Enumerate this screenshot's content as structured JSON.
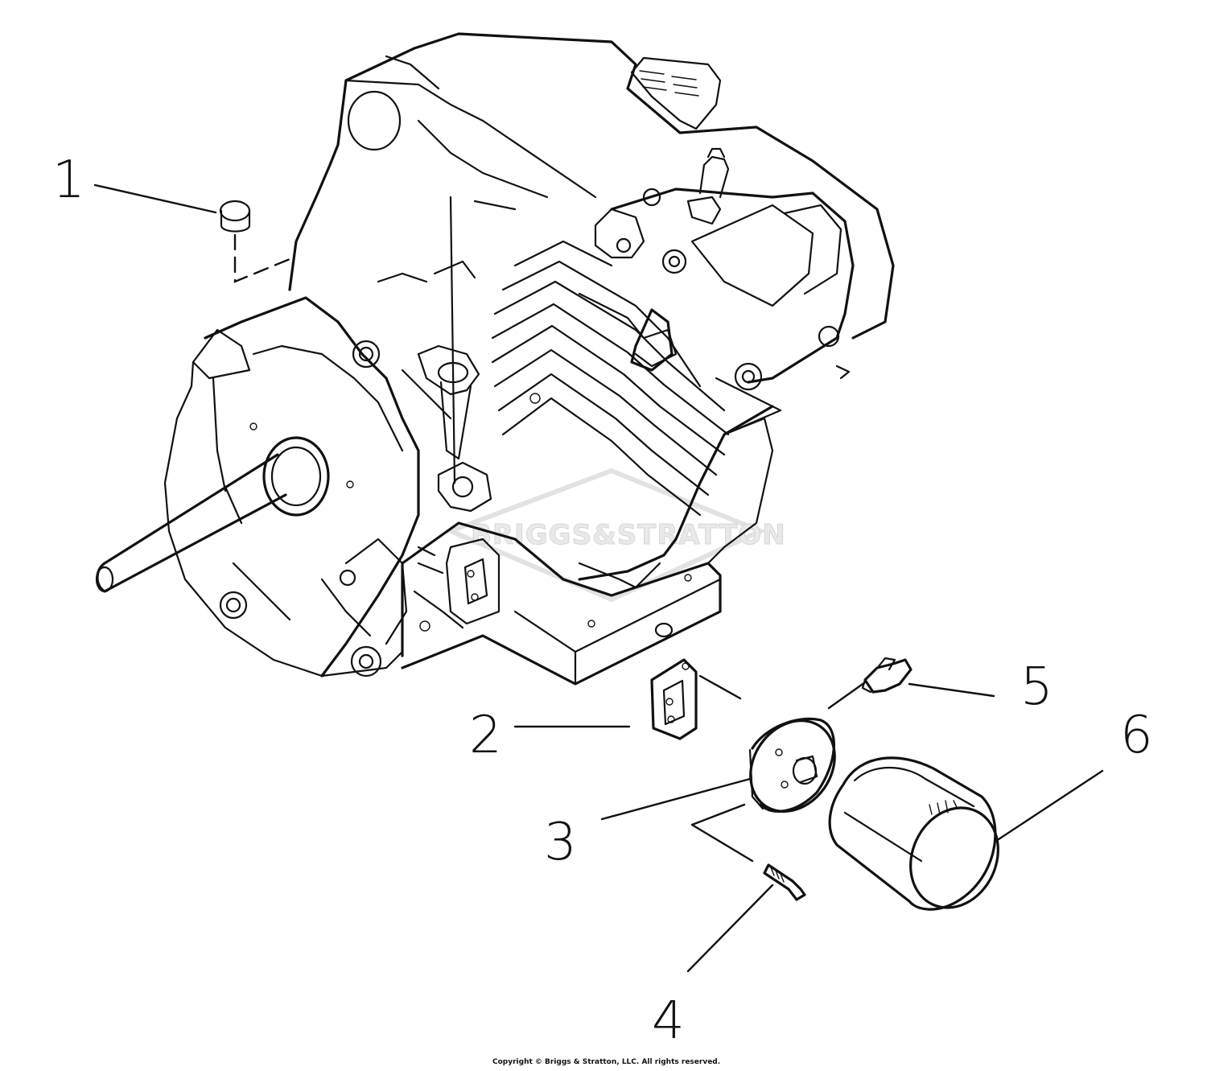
{
  "diagram": {
    "watermark": "BRIGGS&STRATTON",
    "copyright": "Copyright © Briggs & Stratton, LLC. All rights reserved.",
    "callouts": [
      {
        "id": "1",
        "label": "1"
      },
      {
        "id": "2",
        "label": "2"
      },
      {
        "id": "3",
        "label": "3"
      },
      {
        "id": "4",
        "label": "4"
      },
      {
        "id": "5",
        "label": "5"
      },
      {
        "id": "6",
        "label": "6"
      }
    ]
  }
}
